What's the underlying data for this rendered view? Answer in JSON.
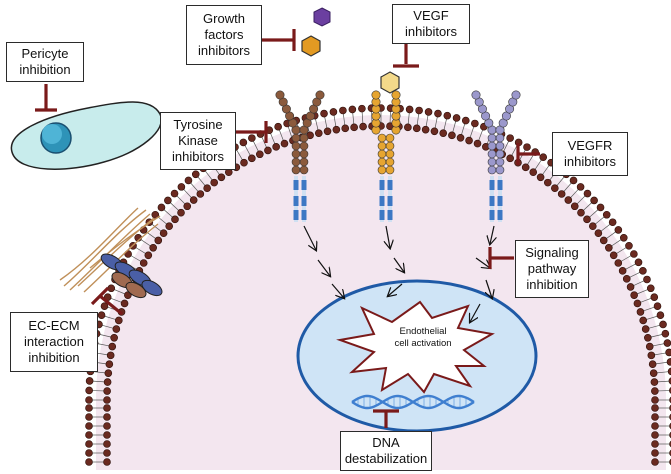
{
  "labels": {
    "pericyte": [
      "Pericyte",
      "inhibition"
    ],
    "growth_factors": [
      "Growth",
      "factors",
      "inhibitors"
    ],
    "vegf": [
      "VEGF",
      "inhibitors"
    ],
    "tyrosine_kinase": [
      "Tyrosine",
      "Kinase",
      "inhibitors"
    ],
    "vegfr": [
      "VEGFR",
      "inhibitors"
    ],
    "signaling": [
      "Signaling",
      "pathway",
      "inhibition"
    ],
    "ec_ecm": [
      "EC-ECM",
      "interaction",
      "inhibition"
    ],
    "dna": [
      "DNA",
      "destabilization"
    ]
  },
  "nucleus_text": [
    "Endothelial",
    "cell activation"
  ],
  "colors": {
    "cytoplasm": "#f3e6ef",
    "membrane_head": "#6a2a20",
    "inhibitor": "#7a1a1a",
    "nucleus_fill": "#cfe4f6",
    "nucleus_border": "#1f5aa6",
    "pericyte_fill": "#c8ecec",
    "pericyte_nucleus": "#2e93b8",
    "receptor_brown": "#8b5a3c",
    "receptor_gold": "#e6a531",
    "receptor_lavender": "#9b98cc",
    "transmembrane": "#3c78c4",
    "dna": "#3f7fd0",
    "gf_purple": "#6b3fa0",
    "gf_orange": "#e39a22",
    "vegf_ligand": "#f3d98a",
    "ecm_fiber": "#c0905a",
    "integrin_blue": "#4a5fa6",
    "integrin_brown": "#a06a50"
  },
  "icons": [
    "inhibitor-t-icon",
    "arrow-icon",
    "receptor-icon",
    "dna-helix-icon",
    "pericyte-cell-icon",
    "hexagon-ligand-icon"
  ]
}
